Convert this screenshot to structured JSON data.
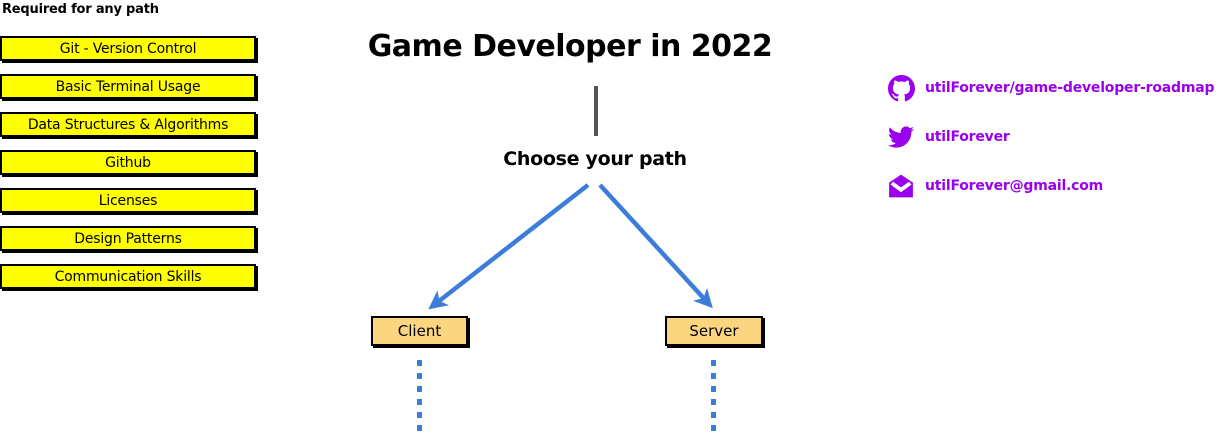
{
  "required": {
    "heading": "Required for any path",
    "items": [
      {
        "label": "Git - Version Control"
      },
      {
        "label": "Basic Terminal Usage"
      },
      {
        "label": "Data Structures & Algorithms"
      },
      {
        "label": "Github"
      },
      {
        "label": "Licenses"
      },
      {
        "label": "Design Patterns"
      },
      {
        "label": "Communication Skills"
      }
    ],
    "box_fill": "#ffff00",
    "box_border": "#000000"
  },
  "flow": {
    "title": "Game Developer in 2022",
    "choose_label": "Choose your path",
    "trunk_color": "#555555",
    "arrow_color": "#3b7dd8",
    "nodes": [
      {
        "label": "Client"
      },
      {
        "label": "Server"
      }
    ],
    "node_fill": "#fcd581",
    "node_border": "#000000"
  },
  "contact": {
    "accent": "#9a00ee",
    "links": [
      {
        "icon": "github-icon",
        "text": "utilForever/game-developer-roadmap"
      },
      {
        "icon": "twitter-icon",
        "text": "utilForever"
      },
      {
        "icon": "email-icon",
        "text": "utilForever@gmail.com"
      }
    ]
  }
}
